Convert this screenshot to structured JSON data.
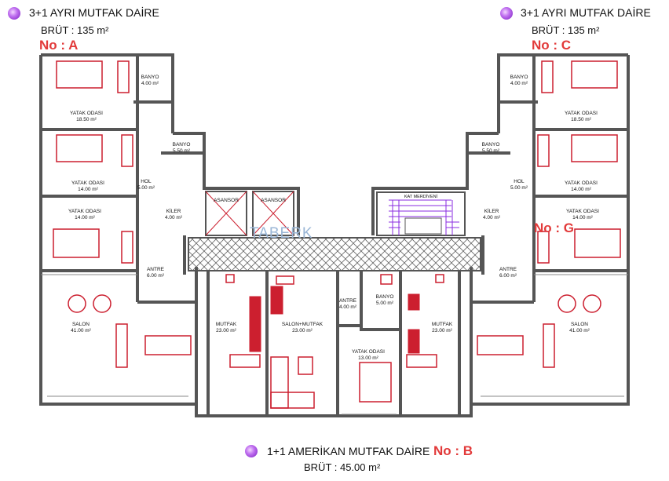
{
  "headings": {
    "a": {
      "title": "3+1 AYRI MUTFAK DAİRE",
      "brut": "BRÜT    : 135 m²",
      "no": "No : A"
    },
    "c": {
      "title": "3+1 AYRI MUTFAK DAİRE",
      "brut": "BRÜT    : 135 m²",
      "no": "No : C"
    },
    "b": {
      "title": "1+1 AMERİKAN MUTFAK DAİRE",
      "brut": "BRÜT : 45.00 m²",
      "no": "No : B"
    },
    "g": {
      "no": "No : G"
    }
  },
  "watermark": "TABERK",
  "rooms": {
    "banyo_a1": {
      "name": "BANYO",
      "area": "4.00 m²"
    },
    "yatak_a1": {
      "name": "YATAK ODASI",
      "area": "18.50 m²"
    },
    "banyo_a2": {
      "name": "BANYO",
      "area": "5.50 m²"
    },
    "yatak_a2": {
      "name": "YATAK ODASI",
      "area": "14.00 m²"
    },
    "hol_a": {
      "name": "HOL",
      "area": "5.00 m²"
    },
    "kiler_a": {
      "name": "KİLER",
      "area": "4.00 m²"
    },
    "yatak_a3": {
      "name": "YATAK ODASI",
      "area": "14.00 m²"
    },
    "antre_a": {
      "name": "ANTRE",
      "area": "6.00 m²"
    },
    "salon_a": {
      "name": "SALON",
      "area": "41.00 m²"
    },
    "mutfak_a": {
      "name": "MUTFAK",
      "area": "23.00 m²"
    },
    "asansor_1": {
      "name": "ASANSOR"
    },
    "asansor_2": {
      "name": "ASANSOR"
    },
    "kat_merdiveni": {
      "name": "KAT MERDİVENİ"
    },
    "salon_mutfak_b": {
      "name": "SALON+MUTFAK",
      "area": "23.00 m²"
    },
    "antre_b": {
      "name": "ANTRE",
      "area": "4.00 m²"
    },
    "banyo_b": {
      "name": "BANYO",
      "area": "5.00 m²"
    },
    "yatak_b": {
      "name": "YATAK ODASI",
      "area": "13.00 m²"
    },
    "mutfak_c": {
      "name": "MUTFAK",
      "area": "23.00 m²"
    },
    "banyo_c1": {
      "name": "BANYO",
      "area": "4.00 m²"
    },
    "yatak_c1": {
      "name": "YATAK ODASI",
      "area": "18.50 m²"
    },
    "banyo_c2": {
      "name": "BANYO",
      "area": "5.50 m²"
    },
    "yatak_c2": {
      "name": "YATAK ODASI",
      "area": "14.00 m²"
    },
    "hol_c": {
      "name": "HOL",
      "area": "5.00 m²"
    },
    "kiler_c": {
      "name": "KİLER",
      "area": "4.00 m²"
    },
    "yatak_c3": {
      "name": "YATAK ODASI",
      "area": "14.00 m²"
    },
    "antre_c": {
      "name": "ANTRE",
      "area": "6.00 m²"
    },
    "salon_c": {
      "name": "SALON",
      "area": "41.00 m²"
    }
  },
  "colors": {
    "wall": "#555555",
    "furniture": "#cc1f2f",
    "stair": "#8a2be2",
    "heading_accent": "#e23a3a",
    "bullet": "#a64ee0"
  }
}
